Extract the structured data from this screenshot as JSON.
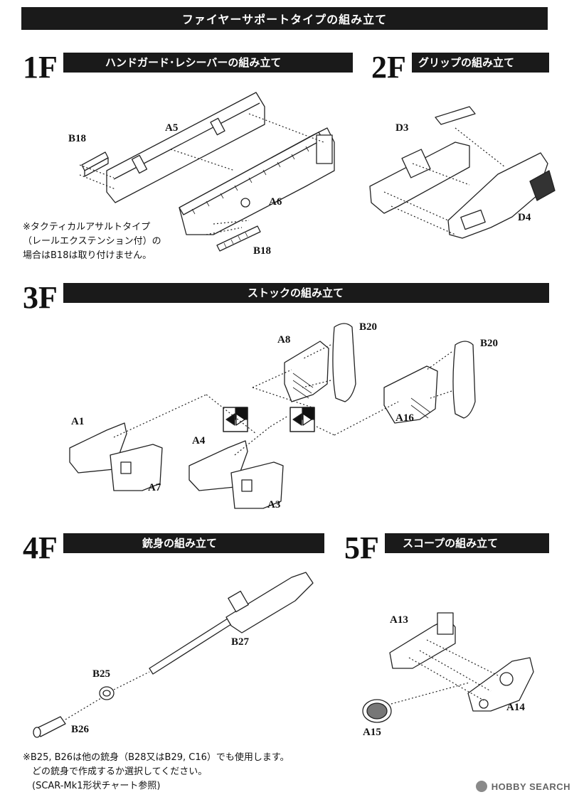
{
  "header": {
    "title": "ファイヤーサポートタイプの組み立て"
  },
  "steps": [
    {
      "num": "1F",
      "title": "ハンドガード･レシーバーの組み立て"
    },
    {
      "num": "2F",
      "title": "グリップの組み立て"
    },
    {
      "num": "3F",
      "title": "ストックの組み立て"
    },
    {
      "num": "4F",
      "title": "銃身の組み立て"
    },
    {
      "num": "5F",
      "title": "スコープの組み立て"
    }
  ],
  "parts": {
    "b18a": "B18",
    "a5": "A5",
    "a6": "A6",
    "b18b": "B18",
    "d3": "D3",
    "d4": "D4",
    "a8": "A8",
    "b20a": "B20",
    "b20b": "B20",
    "a16": "A16",
    "a1": "A1",
    "a7": "A7",
    "a4": "A4",
    "a3": "A3",
    "b27": "B27",
    "b25": "B25",
    "b26": "B26",
    "a13": "A13",
    "a14": "A14",
    "a15": "A15"
  },
  "notes": {
    "step1": [
      "※タクティカルアサルトタイプ",
      "（レールエクステンション付）の",
      "場合はB18は取り付けません。"
    ],
    "step4": [
      "※B25, B26は他の銃身（B28又はB29, C16）でも使用します。",
      "　どの銃身で作成するか選択してください。",
      "　(SCAR-Mk1形状チャート参照)"
    ]
  },
  "watermark": "HOBBY SEARCH"
}
